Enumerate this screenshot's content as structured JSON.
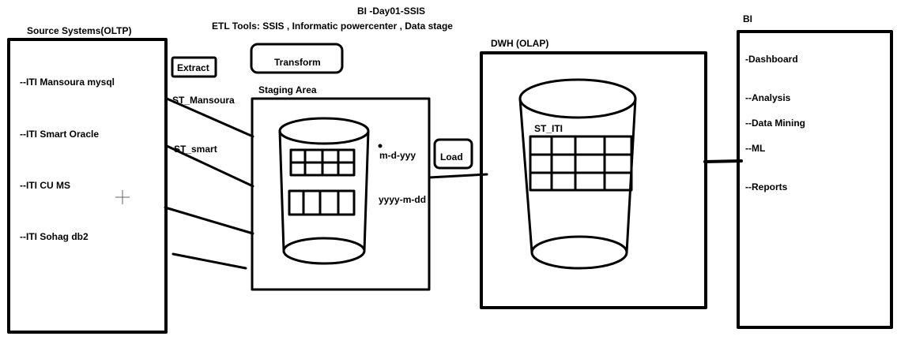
{
  "header": {
    "title": "BI -Day01-SSIS",
    "etl_tools": "ETL Tools: SSIS , Informatic powercenter , Data stage"
  },
  "source": {
    "title": "Source Systems(OLTP)",
    "items": [
      "--ITI Mansoura mysql",
      "--ITI Smart  Oracle",
      "--ITI CU MS",
      "--ITI  Sohag  db2"
    ]
  },
  "process": {
    "extract": "Extract",
    "transform": "Transform",
    "load": "Load"
  },
  "staging": {
    "title": "Staging Area",
    "tables": [
      "ST_Mansoura",
      "ST_smart"
    ],
    "formats": [
      "m-d-yyy",
      "yyyy-m-dd"
    ]
  },
  "dwh": {
    "title": "DWH (OLAP)",
    "table": "ST_ITI"
  },
  "bi": {
    "title": "BI",
    "items": [
      "-Dashboard",
      "--Analysis",
      "--Data Mining",
      "--ML",
      "--Reports"
    ]
  },
  "colors": {
    "ink": "#000000",
    "background": "#ffffff"
  }
}
